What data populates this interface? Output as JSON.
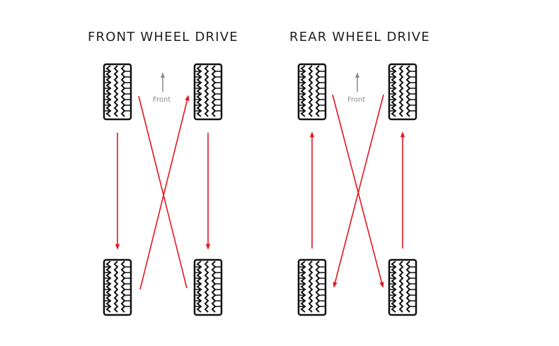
{
  "diagrams": [
    {
      "title": "FRONT WHEEL DRIVE",
      "front_label": "Front",
      "rotation": [
        {
          "from": "front-left",
          "to": "rear-left",
          "type": "straight"
        },
        {
          "from": "front-right",
          "to": "rear-right",
          "type": "straight"
        },
        {
          "from": "rear-left",
          "to": "front-right",
          "type": "cross"
        },
        {
          "from": "rear-right",
          "to": "front-left",
          "type": "cross"
        }
      ]
    },
    {
      "title": "REAR WHEEL DRIVE",
      "front_label": "Front",
      "rotation": [
        {
          "from": "rear-left",
          "to": "front-left",
          "type": "straight"
        },
        {
          "from": "rear-right",
          "to": "front-right",
          "type": "straight"
        },
        {
          "from": "front-left",
          "to": "rear-right",
          "type": "cross"
        },
        {
          "from": "front-right",
          "to": "rear-left",
          "type": "cross"
        }
      ]
    }
  ],
  "colors": {
    "arrow": "#e3161e",
    "tire": "#111111",
    "front_arrow": "#8a8a8a",
    "title": "#1f1f1f"
  }
}
